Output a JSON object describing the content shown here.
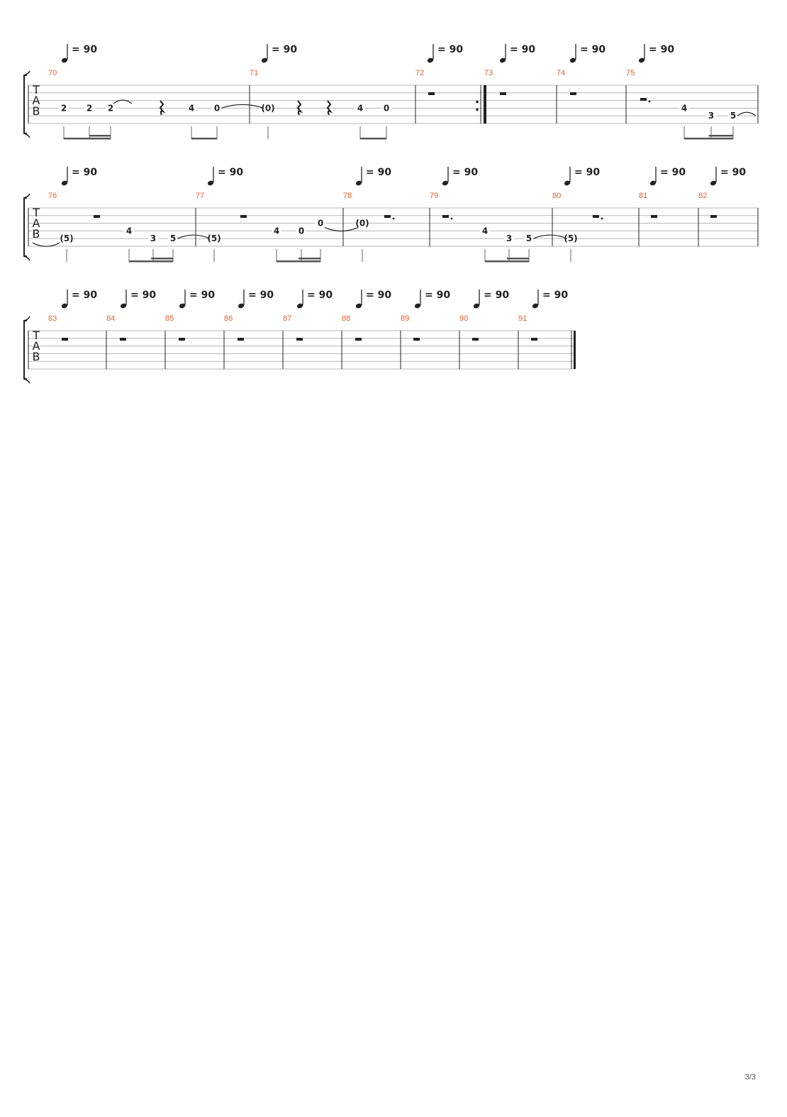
{
  "page": {
    "page_label": "3/3"
  },
  "colors": {
    "measure_number": "#e8602c",
    "ink": "#222222",
    "staff_line": "#b5b5b5"
  },
  "tempo_marking": "= 90",
  "tab_clef_letters": [
    "T",
    "A",
    "B"
  ],
  "systems": [
    {
      "measures": [
        {
          "number": "70",
          "tempo": "= 90",
          "rest": "",
          "notes": [
            {
              "fret": "2",
              "string": 4
            },
            {
              "fret": "2",
              "string": 4
            },
            {
              "fret": "2",
              "string": 4
            },
            {
              "symbol": "quarter-rest"
            },
            {
              "fret": "4",
              "string": 4
            },
            {
              "fret": "0",
              "string": 4
            }
          ]
        },
        {
          "number": "71",
          "tempo": "= 90",
          "rest": "",
          "notes": [
            {
              "fret": "(0)",
              "string": 4
            },
            {
              "symbol": "quarter-rest"
            },
            {
              "symbol": "quarter-rest"
            },
            {
              "fret": "4",
              "string": 4
            },
            {
              "fret": "0",
              "string": 4
            }
          ]
        },
        {
          "number": "72",
          "tempo": "= 90",
          "rest": "half-rest",
          "repeat_end": true,
          "notes": []
        },
        {
          "number": "73",
          "tempo": "= 90",
          "rest": "half-rest",
          "notes": []
        },
        {
          "number": "74",
          "tempo": "= 90",
          "rest": "half-rest",
          "notes": []
        },
        {
          "number": "75",
          "tempo": "= 90",
          "rest": "dotted-half-rest",
          "notes": [
            {
              "fret": "4",
              "string": 4
            },
            {
              "fret": "3",
              "string": 5
            },
            {
              "fret": "5",
              "string": 5
            }
          ]
        }
      ]
    },
    {
      "measures": [
        {
          "number": "76",
          "tempo": "= 90",
          "rest": "half-rest",
          "notes": [
            {
              "fret": "(5)",
              "string": 5
            },
            {
              "fret": "4",
              "string": 4
            },
            {
              "fret": "3",
              "string": 5
            },
            {
              "fret": "5",
              "string": 5
            }
          ]
        },
        {
          "number": "77",
          "tempo": "= 90",
          "rest": "half-rest",
          "notes": [
            {
              "fret": "(5)",
              "string": 5
            },
            {
              "fret": "4",
              "string": 4
            },
            {
              "fret": "0",
              "string": 4
            },
            {
              "fret": "0",
              "string": 3
            }
          ]
        },
        {
          "number": "78",
          "tempo": "= 90",
          "rest": "dotted-half-rest",
          "notes": [
            {
              "fret": "(0)",
              "string": 3
            }
          ]
        },
        {
          "number": "79",
          "tempo": "= 90",
          "rest": "dotted-half-rest",
          "notes": [
            {
              "fret": "4",
              "string": 4
            },
            {
              "fret": "3",
              "string": 5
            },
            {
              "fret": "5",
              "string": 5
            }
          ]
        },
        {
          "number": "80",
          "tempo": "= 90",
          "rest": "dotted-half-rest",
          "notes": [
            {
              "fret": "(5)",
              "string": 5
            }
          ]
        },
        {
          "number": "81",
          "tempo": "= 90",
          "rest": "half-rest",
          "notes": []
        },
        {
          "number": "82",
          "tempo": "= 90",
          "rest": "half-rest",
          "notes": []
        }
      ]
    },
    {
      "measures": [
        {
          "number": "83",
          "tempo": "= 90",
          "rest": "half-rest",
          "notes": []
        },
        {
          "number": "84",
          "tempo": "= 90",
          "rest": "half-rest",
          "notes": []
        },
        {
          "number": "85",
          "tempo": "= 90",
          "rest": "half-rest",
          "notes": []
        },
        {
          "number": "86",
          "tempo": "= 90",
          "rest": "half-rest",
          "notes": []
        },
        {
          "number": "87",
          "tempo": "= 90",
          "rest": "half-rest",
          "notes": []
        },
        {
          "number": "88",
          "tempo": "= 90",
          "rest": "half-rest",
          "notes": []
        },
        {
          "number": "89",
          "tempo": "= 90",
          "rest": "half-rest",
          "notes": []
        },
        {
          "number": "90",
          "tempo": "= 90",
          "rest": "half-rest",
          "notes": []
        },
        {
          "number": "91",
          "tempo": "= 90",
          "rest": "half-rest",
          "final_barline": true,
          "notes": []
        }
      ]
    }
  ]
}
